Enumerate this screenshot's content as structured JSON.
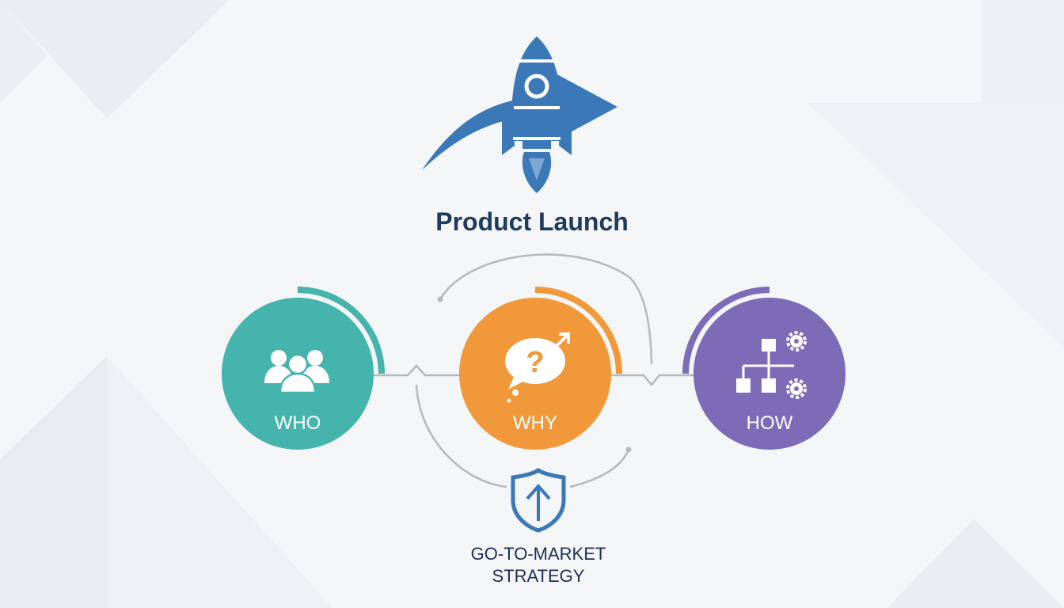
{
  "title": "Product Launch",
  "colors": {
    "rocket": "#3a78b8",
    "who": "#45b4ad",
    "why": "#f0983a",
    "how": "#7c6cb8",
    "text_dark": "#1e3a5c",
    "connector": "#b5b8bd"
  },
  "nodes": [
    {
      "label": "WHO",
      "icon": "users-icon"
    },
    {
      "label": "WHY",
      "icon": "question-speech-bubble-icon"
    },
    {
      "label": "HOW",
      "icon": "org-chart-gears-icon"
    }
  ],
  "center_icon": "rocket-icon",
  "strategy": {
    "icon": "shield-arrow-up-icon",
    "line1": "GO-TO-MARKET",
    "line2": "STRATEGY"
  }
}
